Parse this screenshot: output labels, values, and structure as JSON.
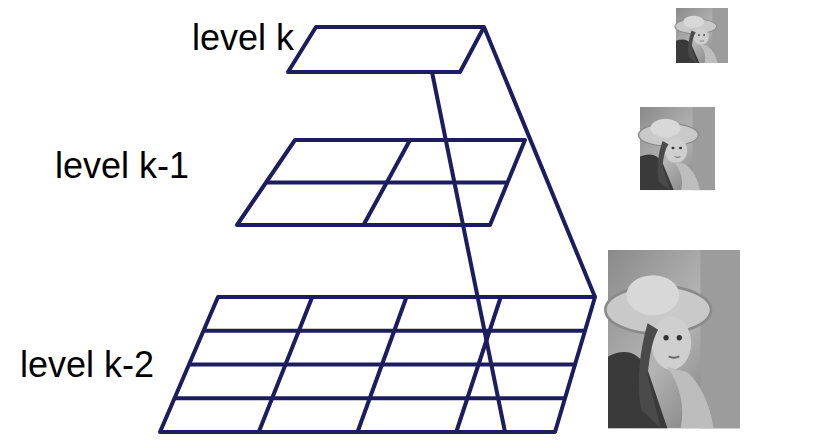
{
  "diagram": {
    "labels": [
      "level k",
      "level k-1",
      "level k-2"
    ]
  }
}
